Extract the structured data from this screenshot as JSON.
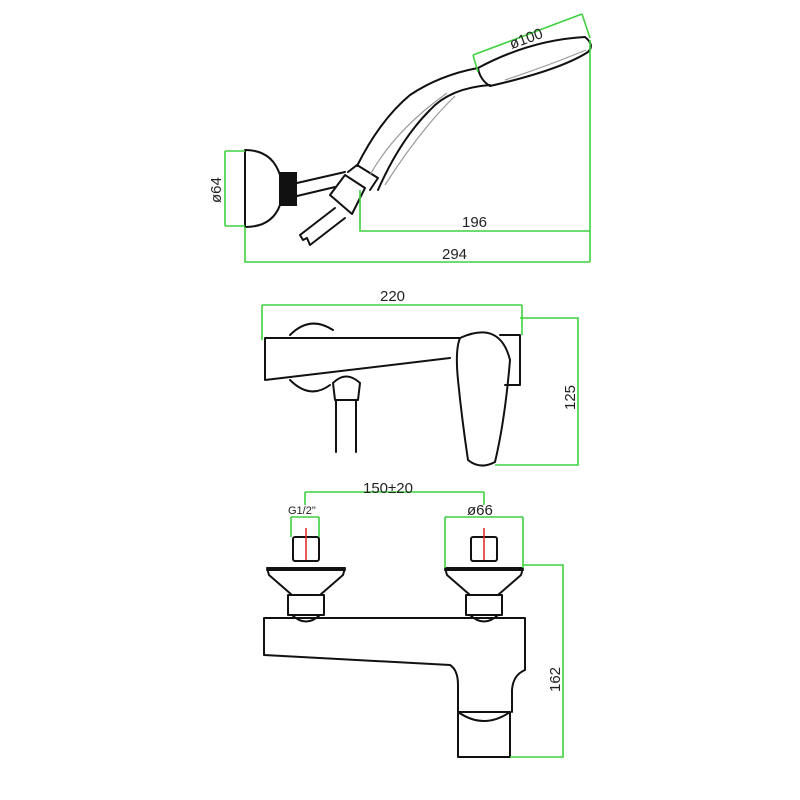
{
  "title": "Shower mixer dimension drawing",
  "colors": {
    "outline": "#111111",
    "dimension": "#3fd23f",
    "axis": "#dd2222"
  },
  "hand_shower_view": {
    "head_diameter": "ø100",
    "wall_bracket_diameter": "ø64",
    "handle_length": "196",
    "overall_length": "294"
  },
  "side_view": {
    "body_length": "220",
    "height": "125"
  },
  "front_view": {
    "center_distance": "150±20",
    "connection_thread": "G1/2\"",
    "escutcheon_diameter": "ø66",
    "overall_height": "162"
  }
}
